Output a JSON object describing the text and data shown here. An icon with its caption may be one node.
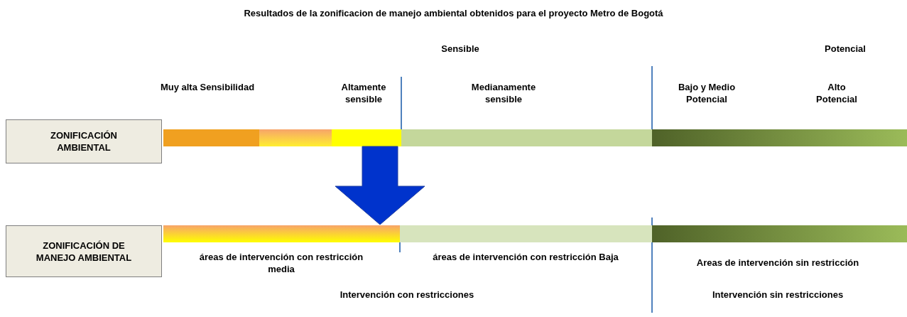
{
  "diagram": {
    "title": "Resultados de la zonificacion de manejo ambiental obtenidos para el proyecto Metro de Bogotá",
    "nodes": [
      {
        "text": [
          "ZONIFICACIÓN AMBIENTAL"
        ]
      },
      {
        "text": [
          "ZONIFICACIÓN DE MANEJO AMBIENTAL"
        ]
      },
      {
        "text": [],
        "shape": "bar"
      },
      {
        "text": [],
        "shape": "bar"
      },
      {
        "text": [],
        "shape": "bar"
      },
      {
        "text": [],
        "shape": "bar"
      },
      {
        "text": [],
        "shape": "bar"
      },
      {
        "text": [],
        "shape": "bar"
      },
      {
        "text": [],
        "shape": "bar"
      },
      {
        "text": [],
        "shape": "bar"
      }
    ],
    "edges": [
      {
        "from": 4,
        "to": 7,
        "arrow": "to",
        "style": "thick",
        "color": "#0033cc"
      }
    ],
    "labels": [
      "Sensible",
      "Potencial",
      "Muy alta Sensibilidad",
      "Altamente sensible",
      "Medianamente sensible",
      "Bajo y Medio Potencial",
      "Alto Potencial",
      "áreas de intervención con restricción media",
      "áreas de intervención con restricción Baja",
      "Areas de intervención sin restricción",
      "Intervención con restricciones",
      "Intervención sin restricciones"
    ]
  }
}
